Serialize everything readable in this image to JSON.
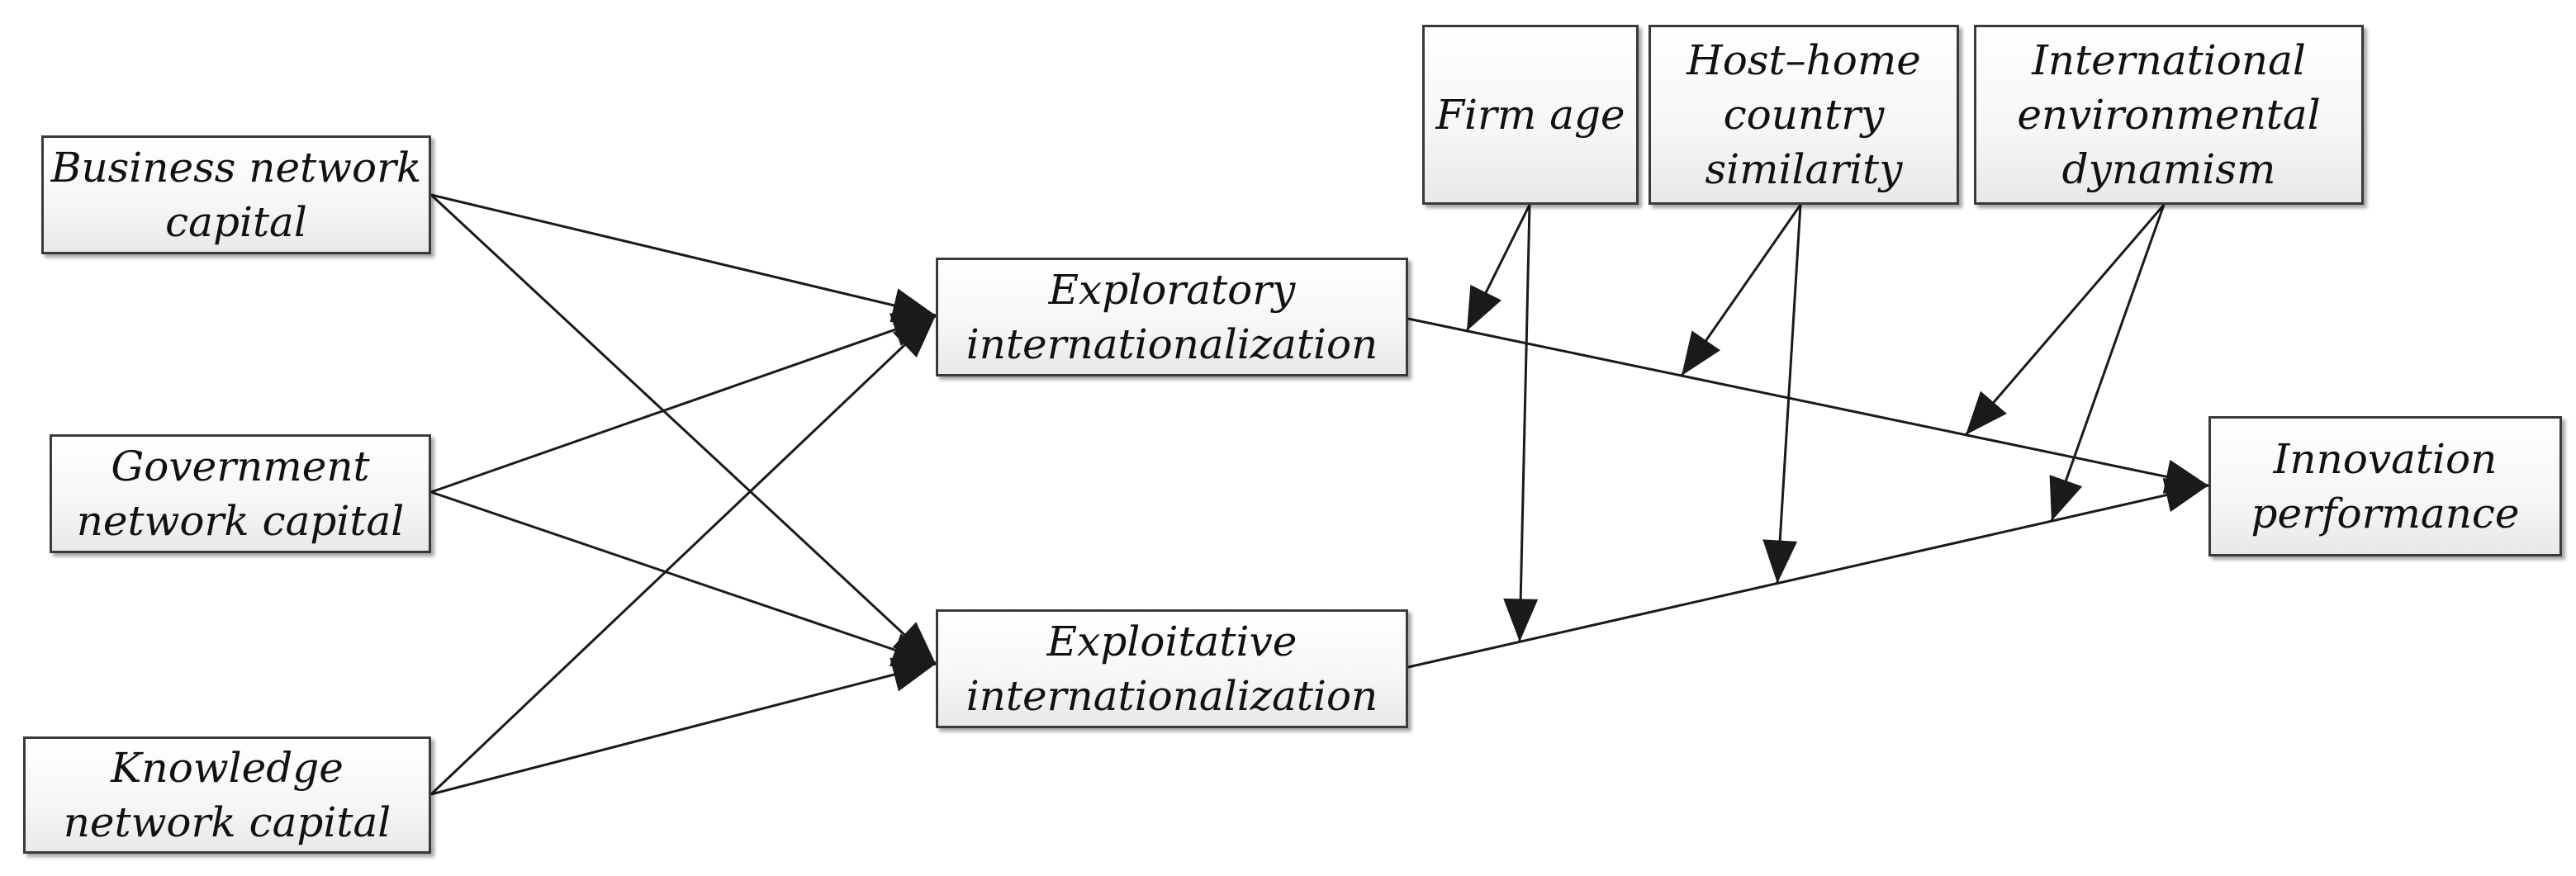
{
  "nodes": {
    "business": "Business network\ncapital",
    "government": "Government\nnetwork capital",
    "knowledge": "Knowledge\nnetwork capital",
    "exploratory": "Exploratory\ninternationalization",
    "exploitative": "Exploitative\ninternationalization",
    "firm_age": "Firm age",
    "host_home": "Host–home\ncountry\nsimilarity",
    "environment": "International\nenvironmental\ndynamism",
    "innovation": "Innovation\nperformance"
  },
  "edges": [
    {
      "from": "business",
      "to": "exploratory"
    },
    {
      "from": "business",
      "to": "exploitative"
    },
    {
      "from": "government",
      "to": "exploratory"
    },
    {
      "from": "government",
      "to": "exploitative"
    },
    {
      "from": "knowledge",
      "to": "exploratory"
    },
    {
      "from": "knowledge",
      "to": "exploitative"
    },
    {
      "from": "exploratory",
      "to": "innovation"
    },
    {
      "from": "exploitative",
      "to": "innovation"
    }
  ],
  "moderations": [
    {
      "from": "firm_age",
      "to_edge": "exploratory->innovation"
    },
    {
      "from": "firm_age",
      "to_edge": "exploitative->innovation"
    },
    {
      "from": "host_home",
      "to_edge": "exploratory->innovation"
    },
    {
      "from": "host_home",
      "to_edge": "exploitative->innovation"
    },
    {
      "from": "environment",
      "to_edge": "exploratory->innovation"
    },
    {
      "from": "environment",
      "to_edge": "exploitative->innovation"
    }
  ],
  "colors": {
    "line": "#1a1a1a",
    "border": "#3a3a3a",
    "text": "#111111"
  }
}
